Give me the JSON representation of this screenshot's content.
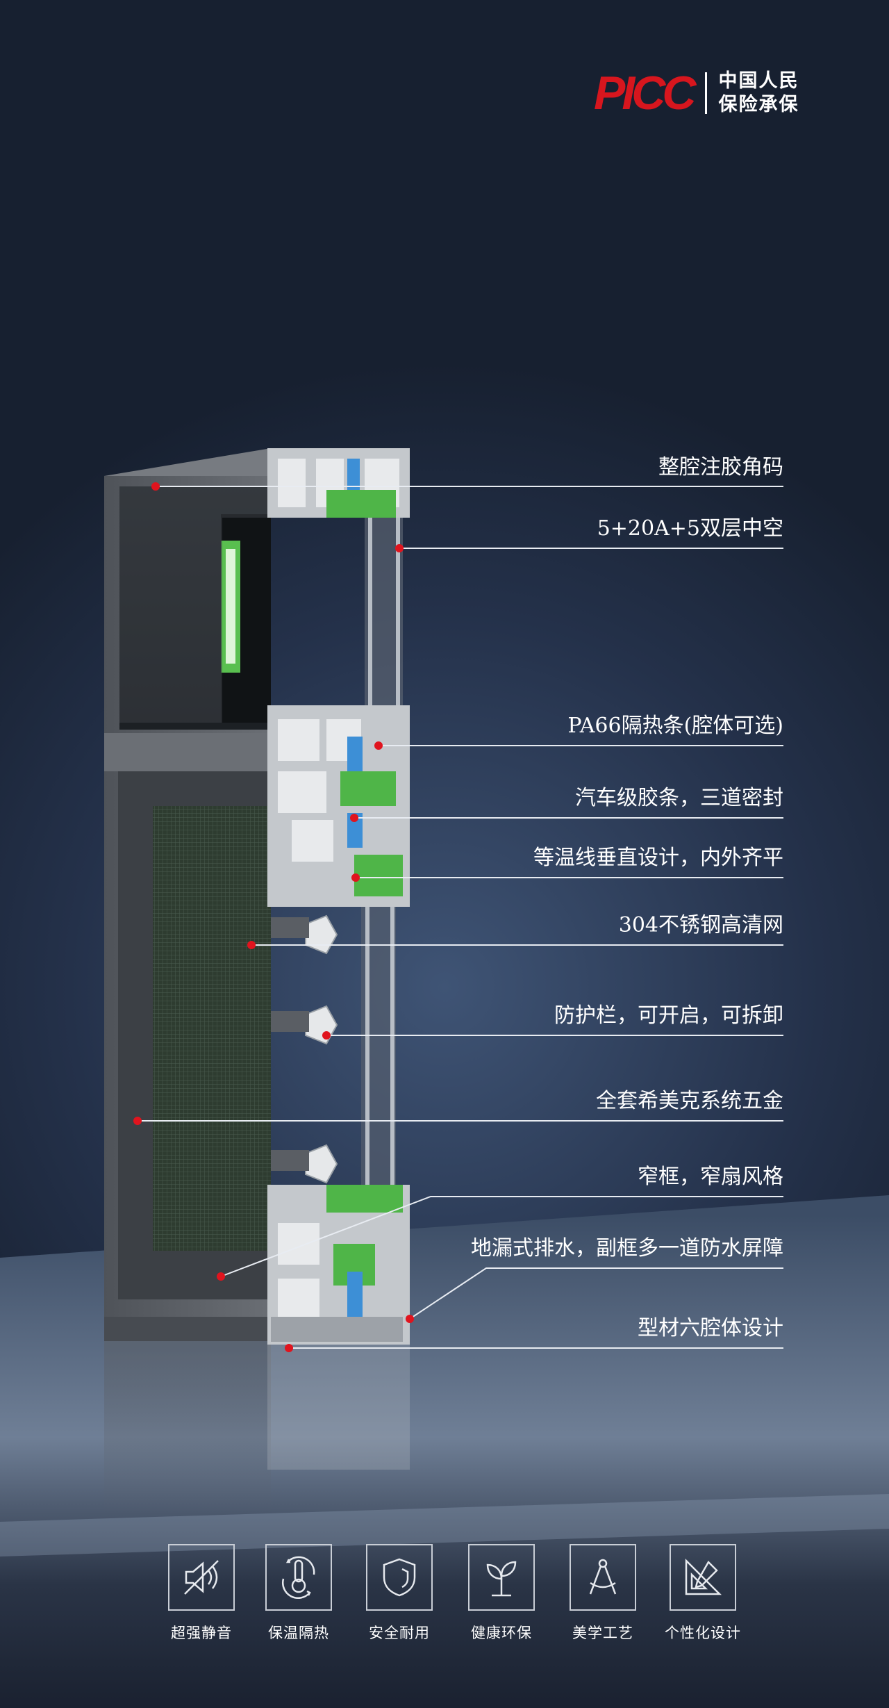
{
  "brand": {
    "mark": "PICC",
    "line1": "中国人民",
    "line2": "保险承保",
    "color_red": "#d7161e"
  },
  "callouts": [
    {
      "label": "整腔注胶角码"
    },
    {
      "label": "5+20A+5双层中空"
    },
    {
      "label": "PA66隔热条(腔体可选)"
    },
    {
      "label": "汽车级胶条，三道密封"
    },
    {
      "label": "等温线垂直设计，内外齐平"
    },
    {
      "label": "304不锈钢高清网"
    },
    {
      "label": "防护栏，可开启，可拆卸"
    },
    {
      "label": "全套希美克系统五金"
    },
    {
      "label": "窄框，窄扇风格"
    },
    {
      "label": "地漏式排水，副框多一道防水屏障"
    },
    {
      "label": "型材六腔体设计"
    }
  ],
  "features": [
    {
      "label": "超强静音",
      "icon": "mute-speaker-icon"
    },
    {
      "label": "保温隔热",
      "icon": "thermometer-cycle-icon"
    },
    {
      "label": "安全耐用",
      "icon": "shield-icon"
    },
    {
      "label": "健康环保",
      "icon": "sprout-icon"
    },
    {
      "label": "美学工艺",
      "icon": "compass-icon"
    },
    {
      "label": "个性化设计",
      "icon": "pen-ruler-icon"
    }
  ],
  "colors": {
    "background": "#1d2636",
    "frame": "#5d6167",
    "accent_green": "#4fb548",
    "accent_blue": "#3d8fd6",
    "dot_red": "#e0141e"
  }
}
